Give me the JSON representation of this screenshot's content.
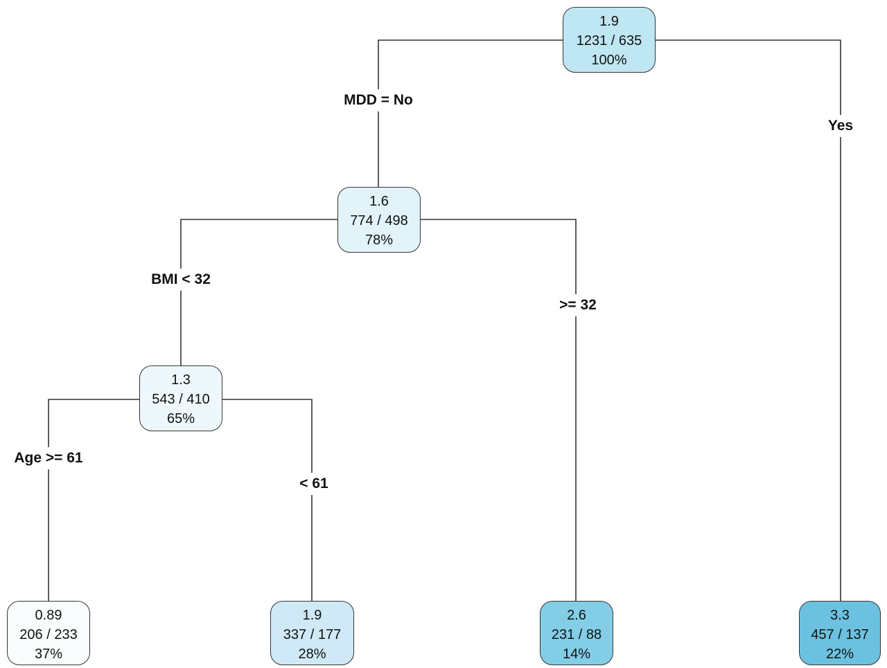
{
  "nodes": {
    "root": {
      "value": "1.9",
      "counts": "1231 / 635",
      "percent": "100%",
      "fill": "#bfe6f3"
    },
    "n_mdd_no": {
      "value": "1.6",
      "counts": "774 / 498",
      "percent": "78%",
      "fill": "#e2f3fa"
    },
    "n_bmi_lt": {
      "value": "1.3",
      "counts": "543 / 410",
      "percent": "65%",
      "fill": "#eef8fc"
    },
    "leaf_age_ge": {
      "value": "0.89",
      "counts": "206 / 233",
      "percent": "37%",
      "fill": "#f9fdfe"
    },
    "leaf_age_lt": {
      "value": "1.9",
      "counts": "337 / 177",
      "percent": "28%",
      "fill": "#cfeaf6"
    },
    "leaf_bmi_ge": {
      "value": "2.6",
      "counts": "231 / 88",
      "percent": "14%",
      "fill": "#83cde6"
    },
    "leaf_mdd_yes": {
      "value": "3.3",
      "counts": "457 / 137",
      "percent": "22%",
      "fill": "#6cc1e0"
    }
  },
  "split_labels": {
    "mdd_no": "MDD = No",
    "mdd_yes": "Yes",
    "bmi_lt": "BMI < 32",
    "bmi_ge": ">= 32",
    "age_ge": "Age >= 61",
    "age_lt": "< 61"
  }
}
